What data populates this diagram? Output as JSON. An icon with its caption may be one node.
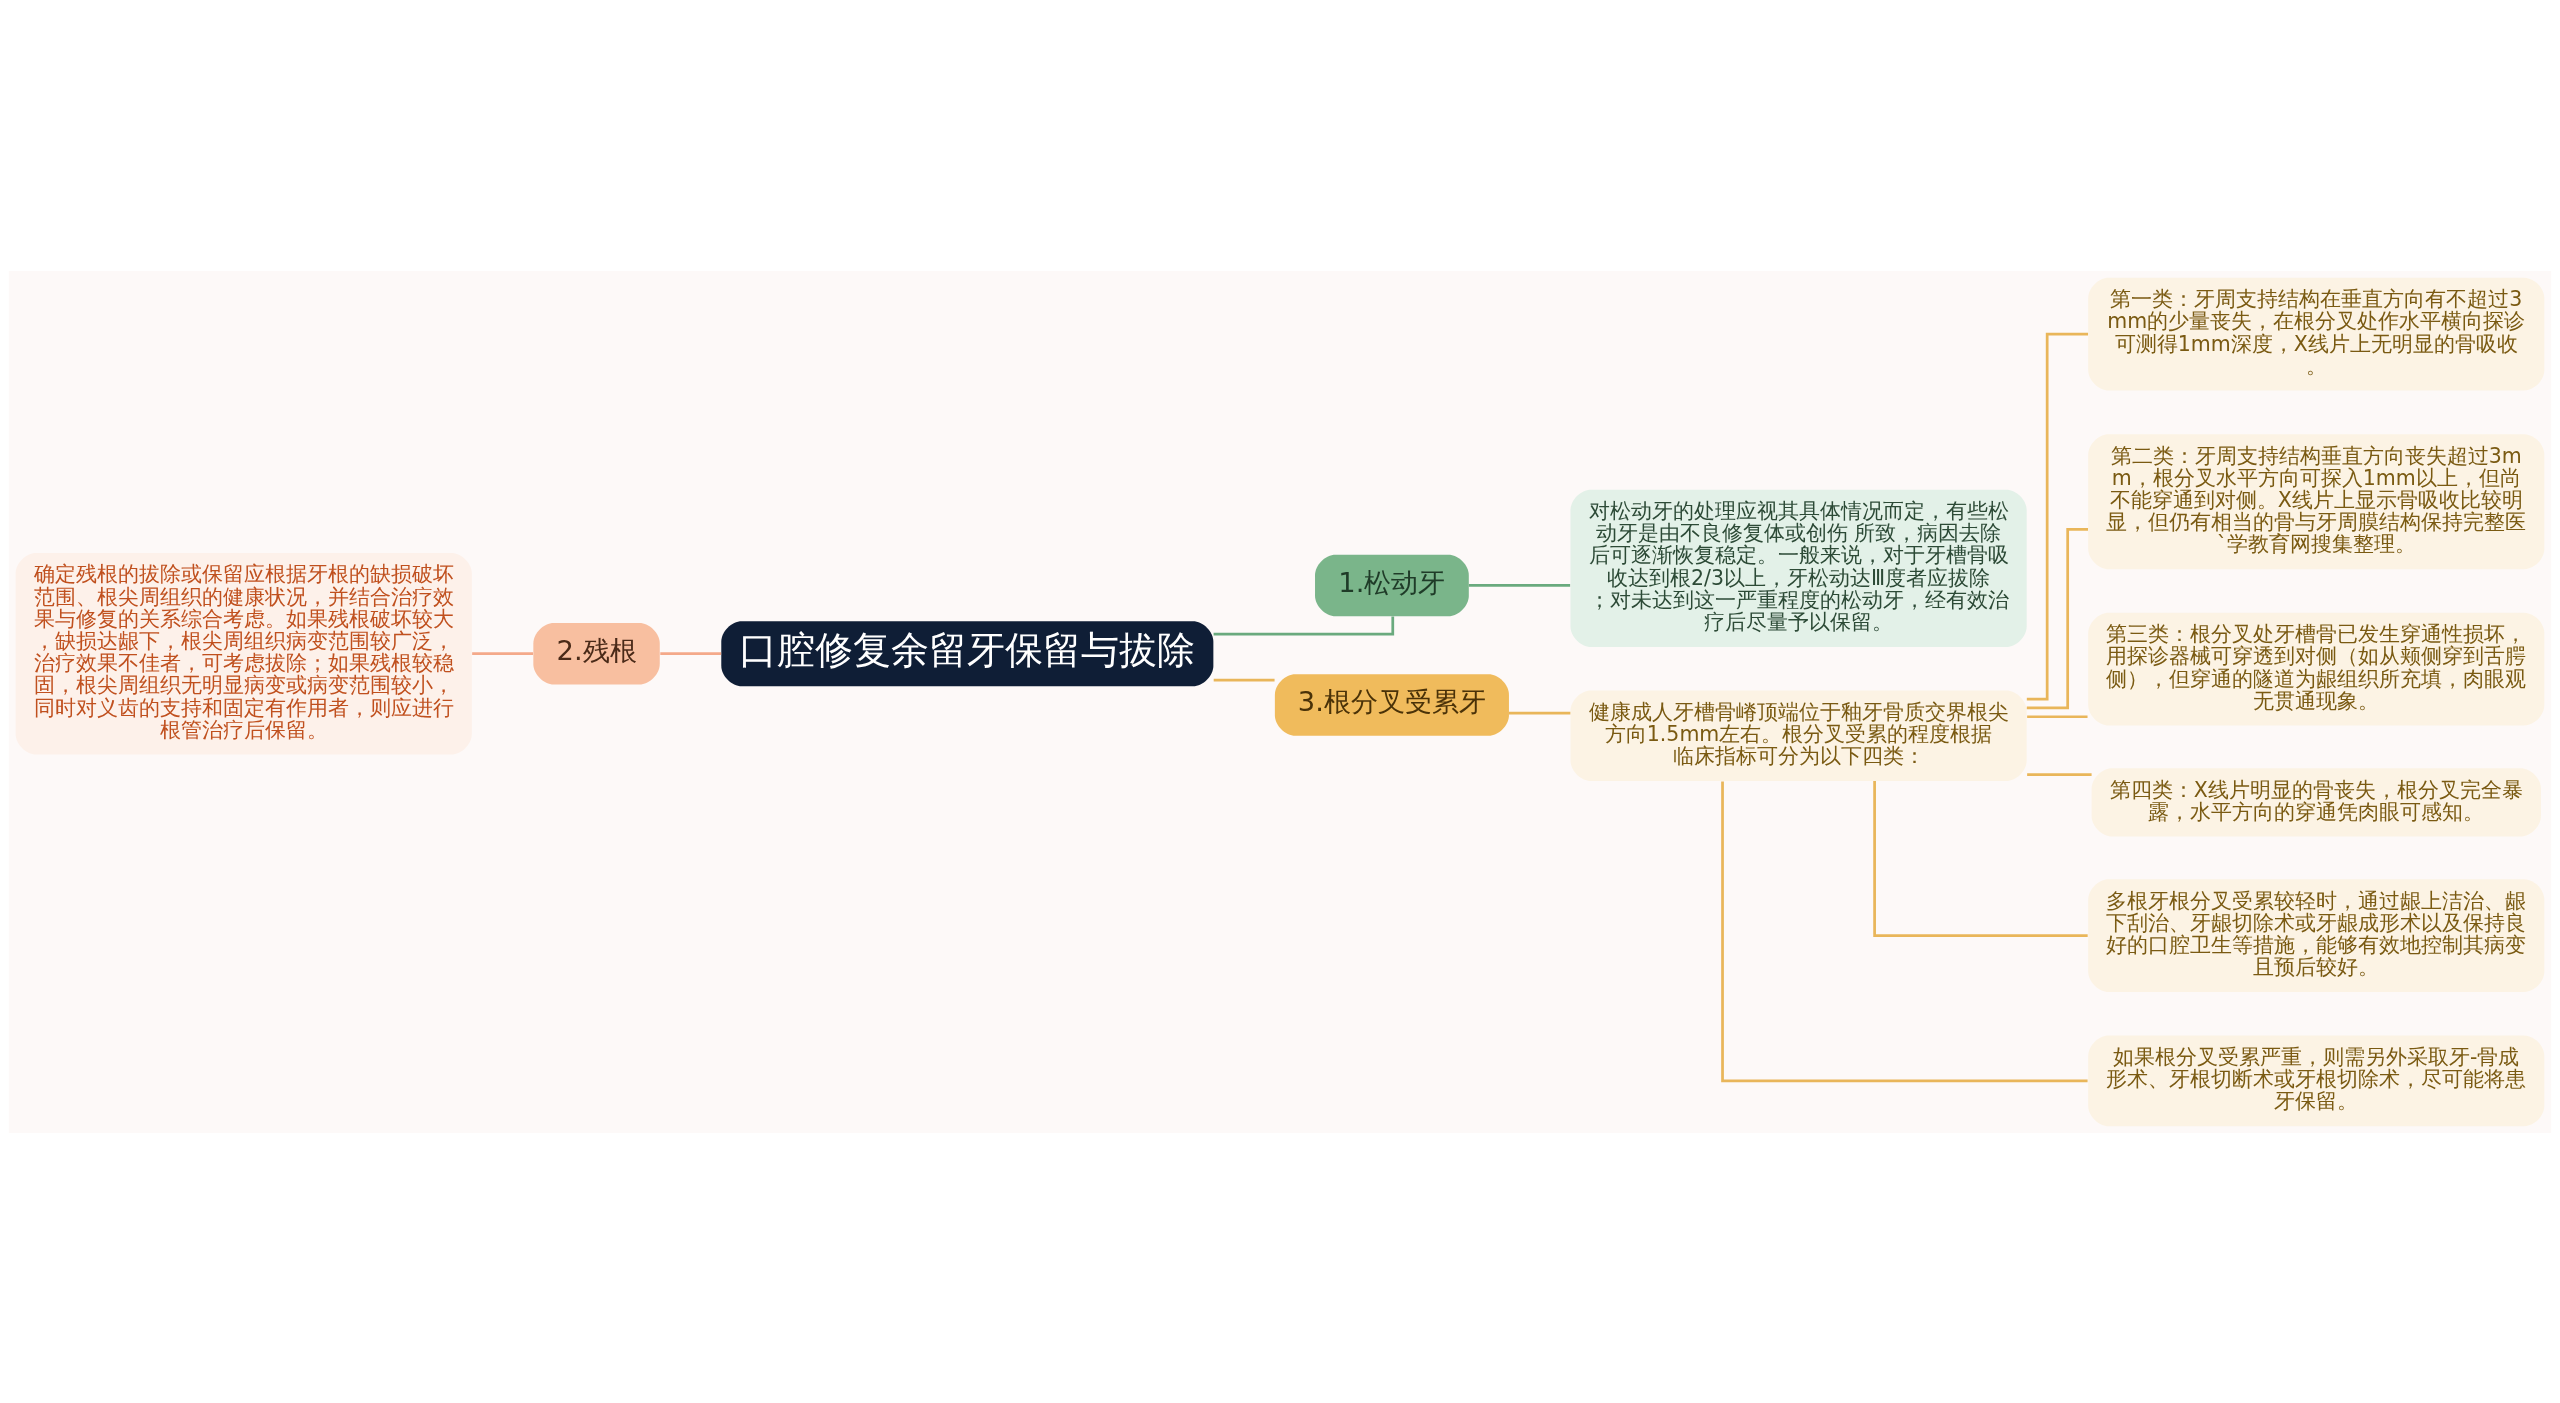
{
  "diagram": {
    "nodes": [
      {
        "text": [
          "口腔修复余留牙保留与拔除"
        ]
      },
      {
        "text": [
          "1.松动牙"
        ]
      },
      {
        "text": [
          "对松动牙的处理应视其具体情况而定，有些松动牙是由不良修复体或创伤 所致，病因去除后可逐渐恢复稳定。一般来说，对于牙槽骨吸收达到根2/3以上，牙松动达Ⅲ度者应拔除；对未达到这一严重程度的松动牙，经有效治疗后尽量予以保留。"
        ]
      },
      {
        "text": [
          "2.残根"
        ]
      },
      {
        "text": [
          "确定残根的拔除或保留应根据牙根的缺损破坏范围、根尖周组织的健康状况，并结合治疗效果与修复的关系综合考虑。如果残根破坏较大，缺损达龈下，根尖周组织病变范围较广泛，治疗效果不佳者，可考虑拔除；如果残根较稳固，根尖周组织无明显病变或病变范围较小，同时对义齿的支持和固定有作用者，则应进行根管治疗后保留。"
        ]
      },
      {
        "text": [
          "3.根分叉受累牙"
        ]
      },
      {
        "text": [
          "健康成人牙槽骨嵴顶端位于釉牙骨质交界根尖方向1.5mm左右。根分叉受累的程度根据临床指标可分为以下四类："
        ]
      },
      {
        "text": [
          "第一类：牙周支持结构在垂直方向有不超过3mm的少量丧失，在根分叉处作水平横向探诊可测得1mm深度，X线片上无明显的骨吸收。"
        ]
      },
      {
        "text": [
          "第二类：牙周支持结构垂直方向丧失超过3mm，根分叉水平方向可探入1mm以上，但尚不能穿通到对侧。X线片上显示骨吸收比较明显，但仍有相当的骨与牙周膜结构保持完整医`学教育网搜集整理。"
        ]
      },
      {
        "text": [
          "第三类：根分叉处牙槽骨已发生穿通性损坏，用探诊器械可穿透到对侧（如从颊侧穿到舌腭侧），但穿通的隧道为龈组织所充填，肉眼观无贯通现象。"
        ]
      },
      {
        "text": [
          "第四类：X线片明显的骨丧失，根分叉完全暴露，水平方向的穿通凭肉眼可感知。"
        ]
      },
      {
        "text": [
          "多根牙根分叉受累较轻时，通过龈上洁治、龈下刮治、牙龈切除术或牙龈成形术以及保持良好的口腔卫生等措施，能够有效地控制其病变且预后较好。"
        ]
      },
      {
        "text": [
          "如果根分叉受累严重，则需另外采取牙-骨成形术、牙根切断术或牙根切除术，尽可能将患牙保留。"
        ]
      }
    ],
    "edges": [
      {
        "from": 0,
        "to": 1,
        "arrow": "none",
        "color": "#6aaa7e"
      },
      {
        "from": 1,
        "to": 2,
        "arrow": "none",
        "color": "#6aaa7e"
      },
      {
        "from": 0,
        "to": 3,
        "arrow": "none",
        "color": "#f4a98a"
      },
      {
        "from": 3,
        "to": 4,
        "arrow": "none",
        "color": "#f4a98a"
      },
      {
        "from": 0,
        "to": 5,
        "arrow": "none"
      },
      {
        "from": 5,
        "to": 6,
        "arrow": "none"
      },
      {
        "from": 6,
        "to": 7,
        "arrow": "none"
      },
      {
        "from": 6,
        "to": 8,
        "arrow": "none"
      },
      {
        "from": 6,
        "to": 9,
        "arrow": "none"
      },
      {
        "from": 6,
        "to": 10,
        "arrow": "none"
      },
      {
        "from": 6,
        "to": 11,
        "arrow": "none"
      },
      {
        "from": 6,
        "to": 12,
        "arrow": "none"
      }
    ]
  }
}
